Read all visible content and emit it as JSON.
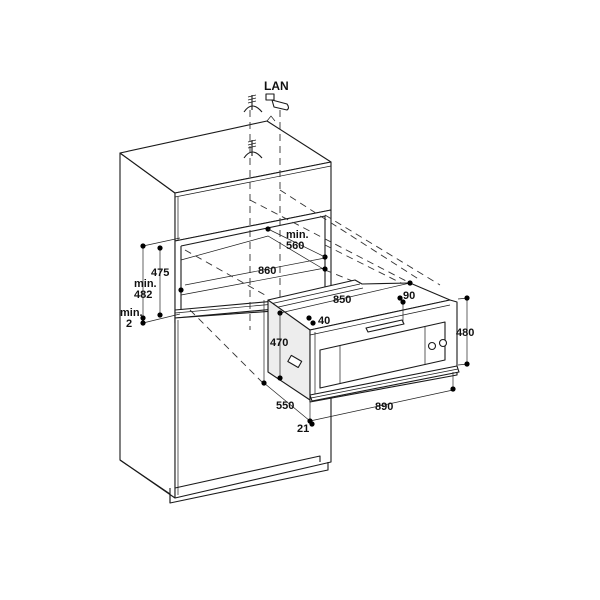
{
  "diagram": {
    "type": "installation-dimension-drawing",
    "subject": "Built-in warming drawer in tall cabinet niche",
    "units": "mm"
  },
  "connections": {
    "lan_label": "LAN",
    "icons": [
      "antenna-icon",
      "lan-plug-icon",
      "antenna-icon"
    ]
  },
  "niche_dimensions": {
    "height_inner": "475",
    "min_height_label": "min.",
    "min_height": "482",
    "gap_label": "min.",
    "gap": "2",
    "width": "860",
    "depth_label": "min.",
    "depth": "560"
  },
  "appliance_dimensions": {
    "body_depth": "850",
    "handle_offset": "90",
    "front_offset": "40",
    "body_height": "470",
    "front_height": "480",
    "side_depth": "550",
    "front_width": "890",
    "front_thickness": "21"
  }
}
